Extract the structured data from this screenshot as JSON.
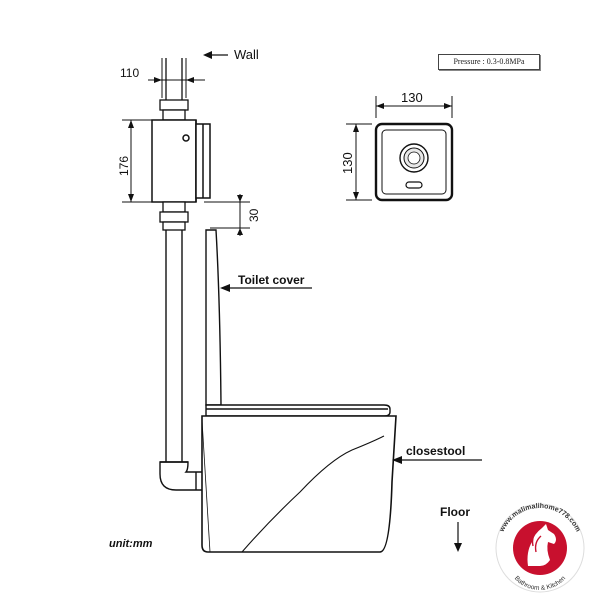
{
  "labels": {
    "wall": "Wall",
    "dim_110": "110",
    "dim_176": "176",
    "dim_30": "30",
    "dim_130_width": "130",
    "dim_130_height": "130",
    "pressure": "Pressure : 0.3-0.8MPa",
    "toilet_cover": "Toilet cover",
    "closestool": "closestool",
    "floor": "Floor",
    "unit": "unit:mm"
  },
  "logo": {
    "url_text": "www.malimalihome778.com",
    "tagline": "Bathroom & Kitchen",
    "color": "#c8102e"
  },
  "colors": {
    "line": "#111111",
    "accent": "#c8102e"
  }
}
